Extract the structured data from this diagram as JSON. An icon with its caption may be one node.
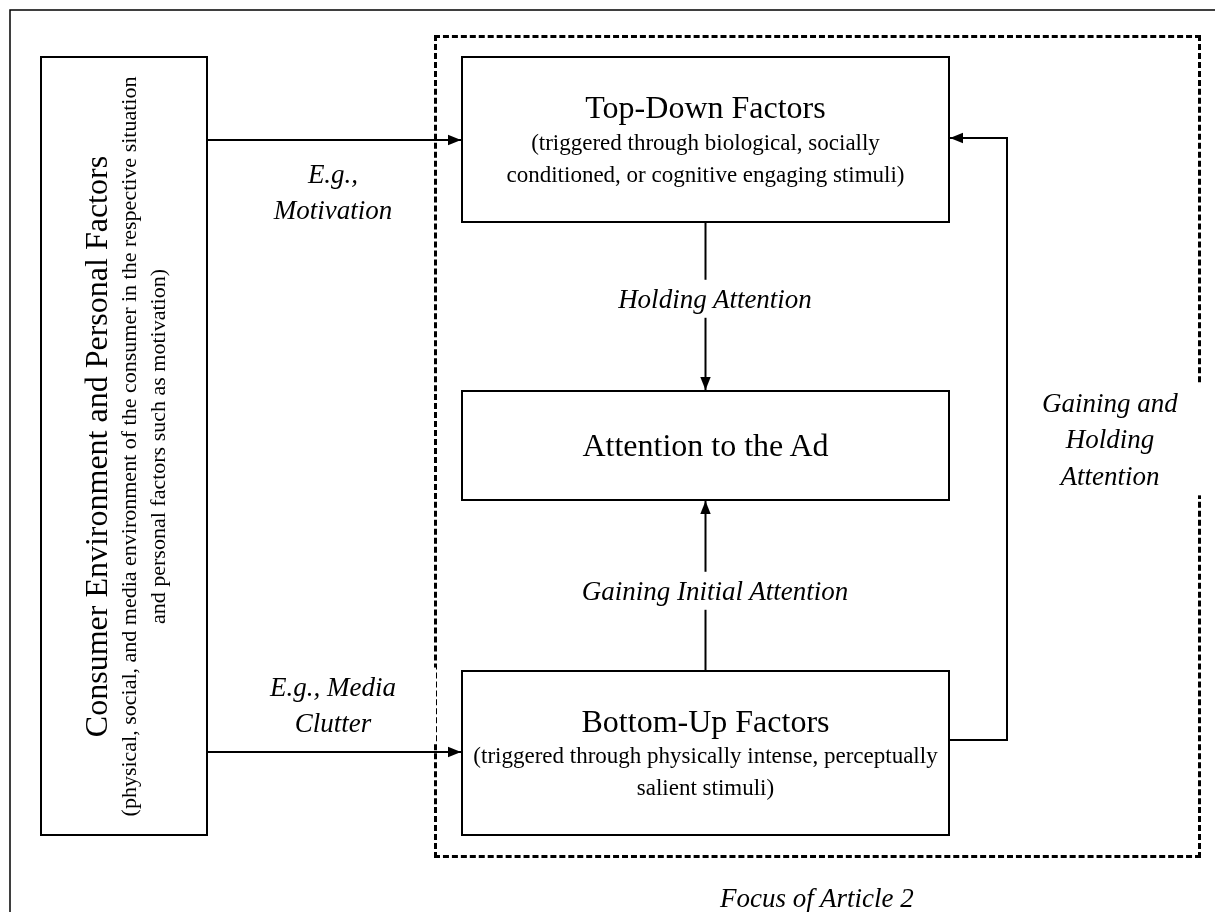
{
  "diagram": {
    "nodes": [
      {
        "text": [
          "Focus of Article 2"
        ]
      },
      {
        "text": [
          "Top-Down Factors",
          "(triggered through biological, socially conditioned, or cognitive engaging stimuli)"
        ],
        "in": 0
      },
      {
        "text": [
          "Attention to the Ad"
        ],
        "in": 0
      },
      {
        "text": [
          "Bottom-Up Factors",
          "(triggered through physically intense, perceptually salient stimuli)"
        ],
        "in": 0
      },
      {
        "text": [
          "Consumer Environment and Personal Factors",
          "(physical, social, and media environment of the consumer in the respective situation and personal factors such as motivation)"
        ]
      }
    ],
    "edges": [
      {
        "from": 4,
        "to": 1,
        "arrow": "to",
        "label": "E.g., Motivation"
      },
      {
        "from": 4,
        "to": 3,
        "arrow": "to",
        "label": "E.g., Media Clutter"
      },
      {
        "from": 1,
        "to": 2,
        "arrow": "to",
        "label": "Holding Attention"
      },
      {
        "from": 3,
        "to": 2,
        "arrow": "to",
        "label": "Gaining Initial Attention"
      },
      {
        "from": 3,
        "to": 1,
        "arrow": "to",
        "label": "Gaining and Holding Attention"
      }
    ]
  }
}
